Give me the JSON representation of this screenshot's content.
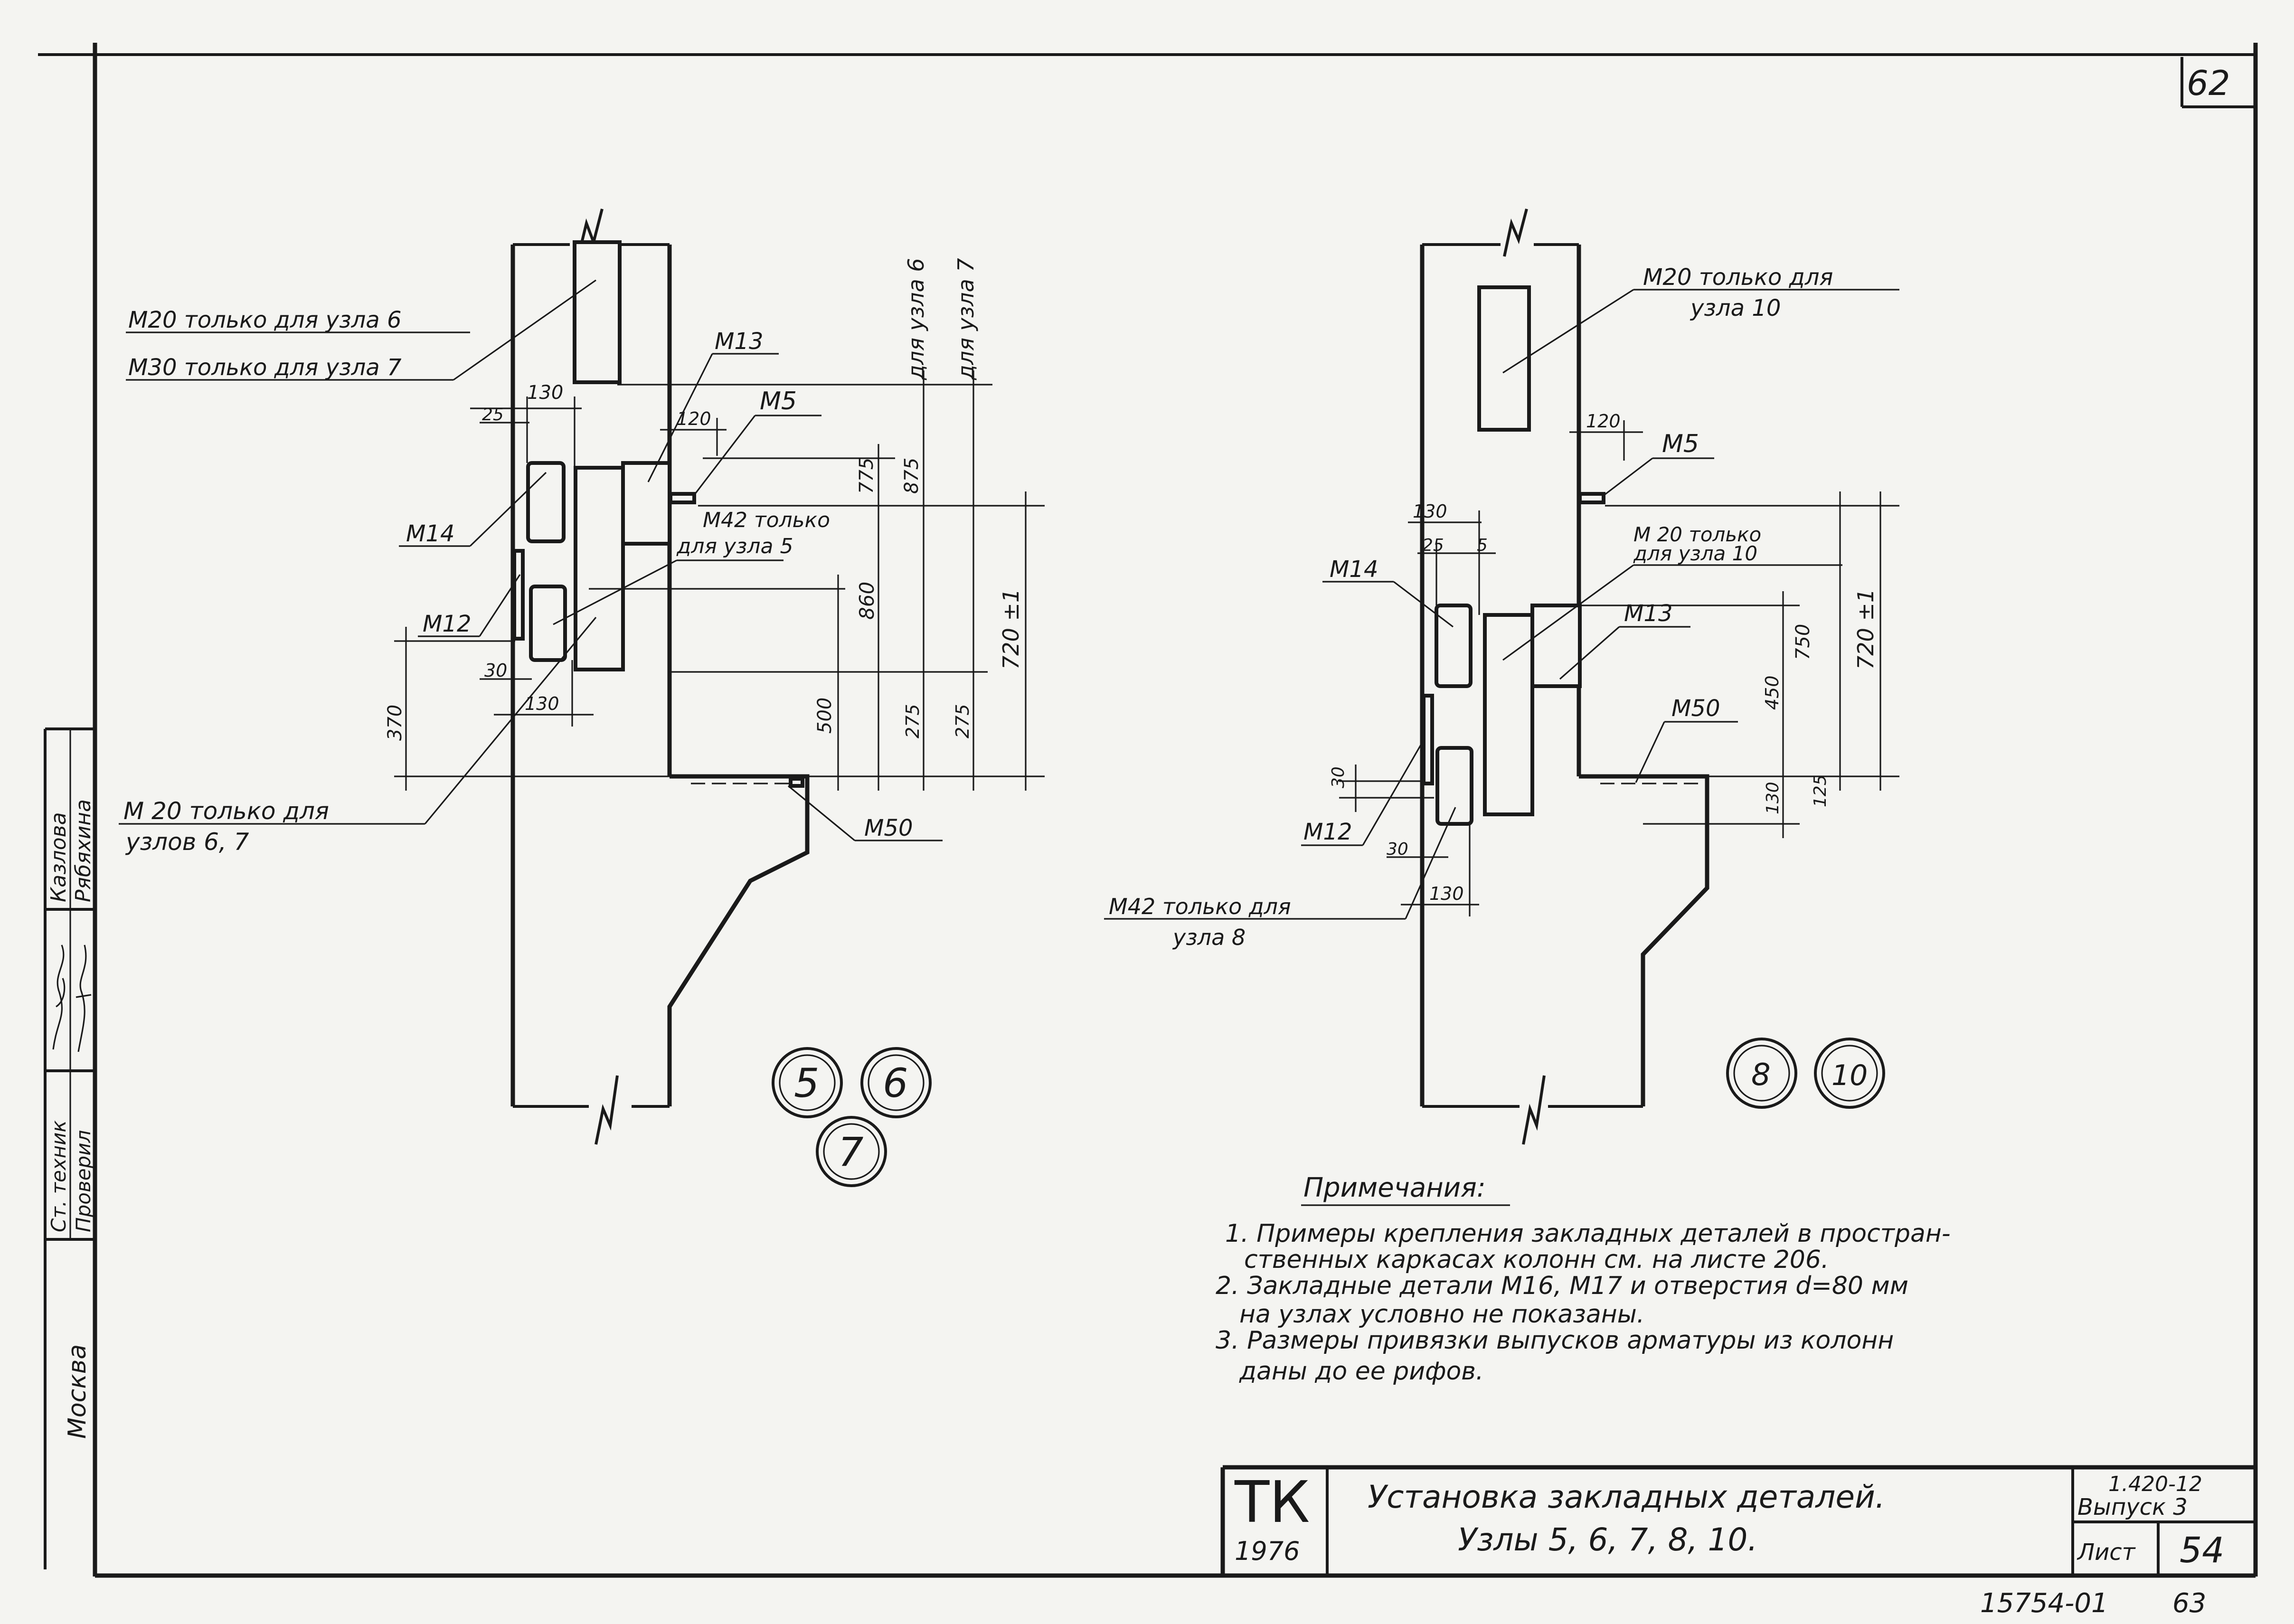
{
  "sheet_number": "62",
  "left_column": {
    "field1": "Казлова",
    "field2": "Рябяхина",
    "role1": "Ст. техник",
    "role2": "Проверил",
    "city": "Москва"
  },
  "node_group_a": {
    "callouts": {
      "m20_only_node6": "М20 только для узла 6",
      "m30_only_node7": "М30 только для узла 7",
      "m13": "М13",
      "m5": "М5",
      "m42_only_node5_l1": "М42 только",
      "m42_only_node5_l2": "для узла 5",
      "m14": "М14",
      "m12": "М12",
      "m20_only_nodes67_l1": "М 20 только для",
      "m20_only_nodes67_l2": "узлов 6, 7",
      "m50": "М50",
      "for_node6": "для узла 6",
      "for_node7": "для узла 7"
    },
    "dims": {
      "d130": "130",
      "d25": "25",
      "d120": "120",
      "d775": "775",
      "d875": "875",
      "d860": "860",
      "d720": "720 ±1",
      "d370": "370",
      "d30": "30",
      "d130b": "130",
      "d500": "500",
      "d275a": "275",
      "d275b": "275"
    },
    "bubbles": [
      "5",
      "6",
      "7"
    ]
  },
  "node_group_b": {
    "callouts": {
      "m20_only_node10_l1": "М20 только для",
      "m20_only_node10_l2": "узла 10",
      "m5": "М5",
      "m20_only_node10b_l1": "М 20 только",
      "m20_only_node10b_l2": "для узла 10",
      "m14": "М14",
      "m13": "М13",
      "m50": "М50",
      "m12": "М12",
      "m42_only_node8_l1": "М42 только для",
      "m42_only_node8_l2": "узла 8"
    },
    "dims": {
      "d120": "120",
      "d130": "130",
      "d25": "25",
      "d5": "5",
      "d750": "750",
      "d720": "720 ±1",
      "d450": "450",
      "d30a": "30",
      "d30b": "30",
      "d130b": "130",
      "d130c": "130",
      "d125": "125"
    },
    "bubbles": [
      "8",
      "10"
    ]
  },
  "notes": {
    "heading": "Примечания:",
    "lines": [
      "1. Примеры крепления закладных деталей в простран-",
      "ственных каркасах колонн см. на листе 206.",
      "2. Закладные детали М16, М17 и отверстия d=80 мм",
      "на узлах условно не показаны.",
      "3. Размеры привязки выпусков арматуры из колонн",
      "даны до ее рифов."
    ]
  },
  "title_block": {
    "org": "ТК",
    "year": "1976",
    "title_line1": "Установка закладных деталей.",
    "title_line2": "Узлы 5, 6, 7, 8, 10.",
    "series": "1.420-12",
    "issue": "Выпуск 3",
    "sheet_label": "Лист",
    "sheet_no": "54"
  },
  "archive_number": "15754-01",
  "archive_page": "63"
}
